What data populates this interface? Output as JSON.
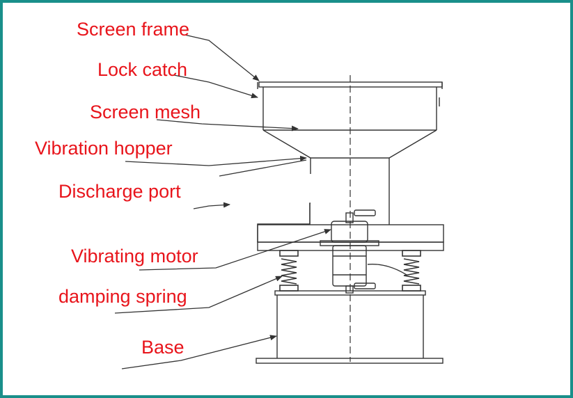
{
  "labels": {
    "screen_frame": "Screen frame",
    "lock_catch": "Lock catch",
    "screen_mesh": "Screen mesh",
    "vibration_hopper": "Vibration hopper",
    "discharge_port": "Discharge port",
    "vibrating_motor": "Vibrating motor",
    "damping_spring": "damping spring",
    "base": "Base"
  },
  "colors": {
    "label_text": "#e8141b",
    "line": "#333333",
    "border": "#1a8f8a"
  }
}
